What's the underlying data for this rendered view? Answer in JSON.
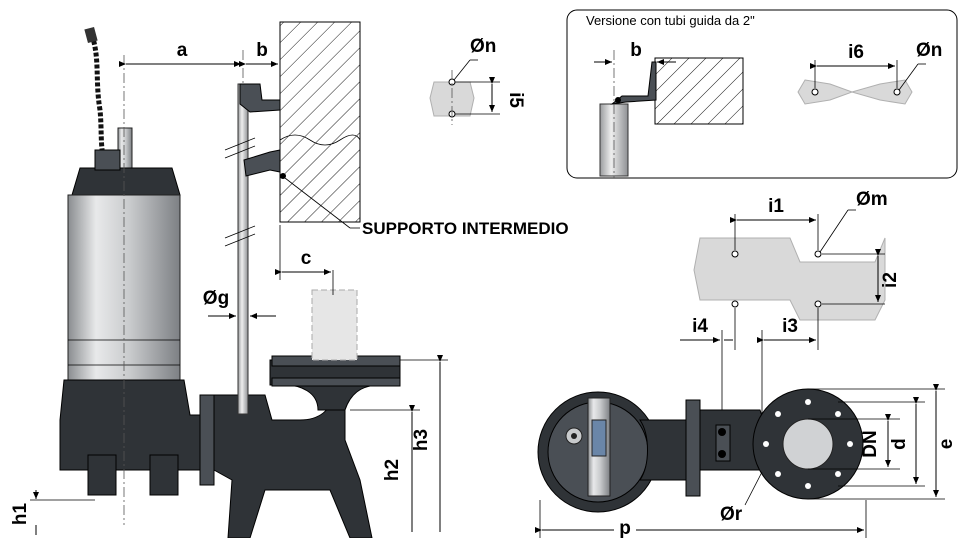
{
  "labels": {
    "a": "a",
    "b_main": "b",
    "c": "c",
    "g": "Øg",
    "n_top": "Øn",
    "i5": "i5",
    "inset_title": "Versione con tubi guida da 2\"",
    "b_inset": "b",
    "i6": "i6",
    "n_inset": "Øn",
    "support": "SUPPORTO INTERMEDIO",
    "i1": "i1",
    "m": "Øm",
    "i2": "i2",
    "i4": "i4",
    "i3": "i3",
    "h1": "h1",
    "h2": "h2",
    "h3": "h3",
    "dn": "DN",
    "d": "d",
    "e": "e",
    "r": "Ør",
    "p": "p"
  },
  "colors": {
    "pump_body": "#2f3337",
    "steel": "#c8cacc",
    "plate": "#d9d9d9"
  }
}
